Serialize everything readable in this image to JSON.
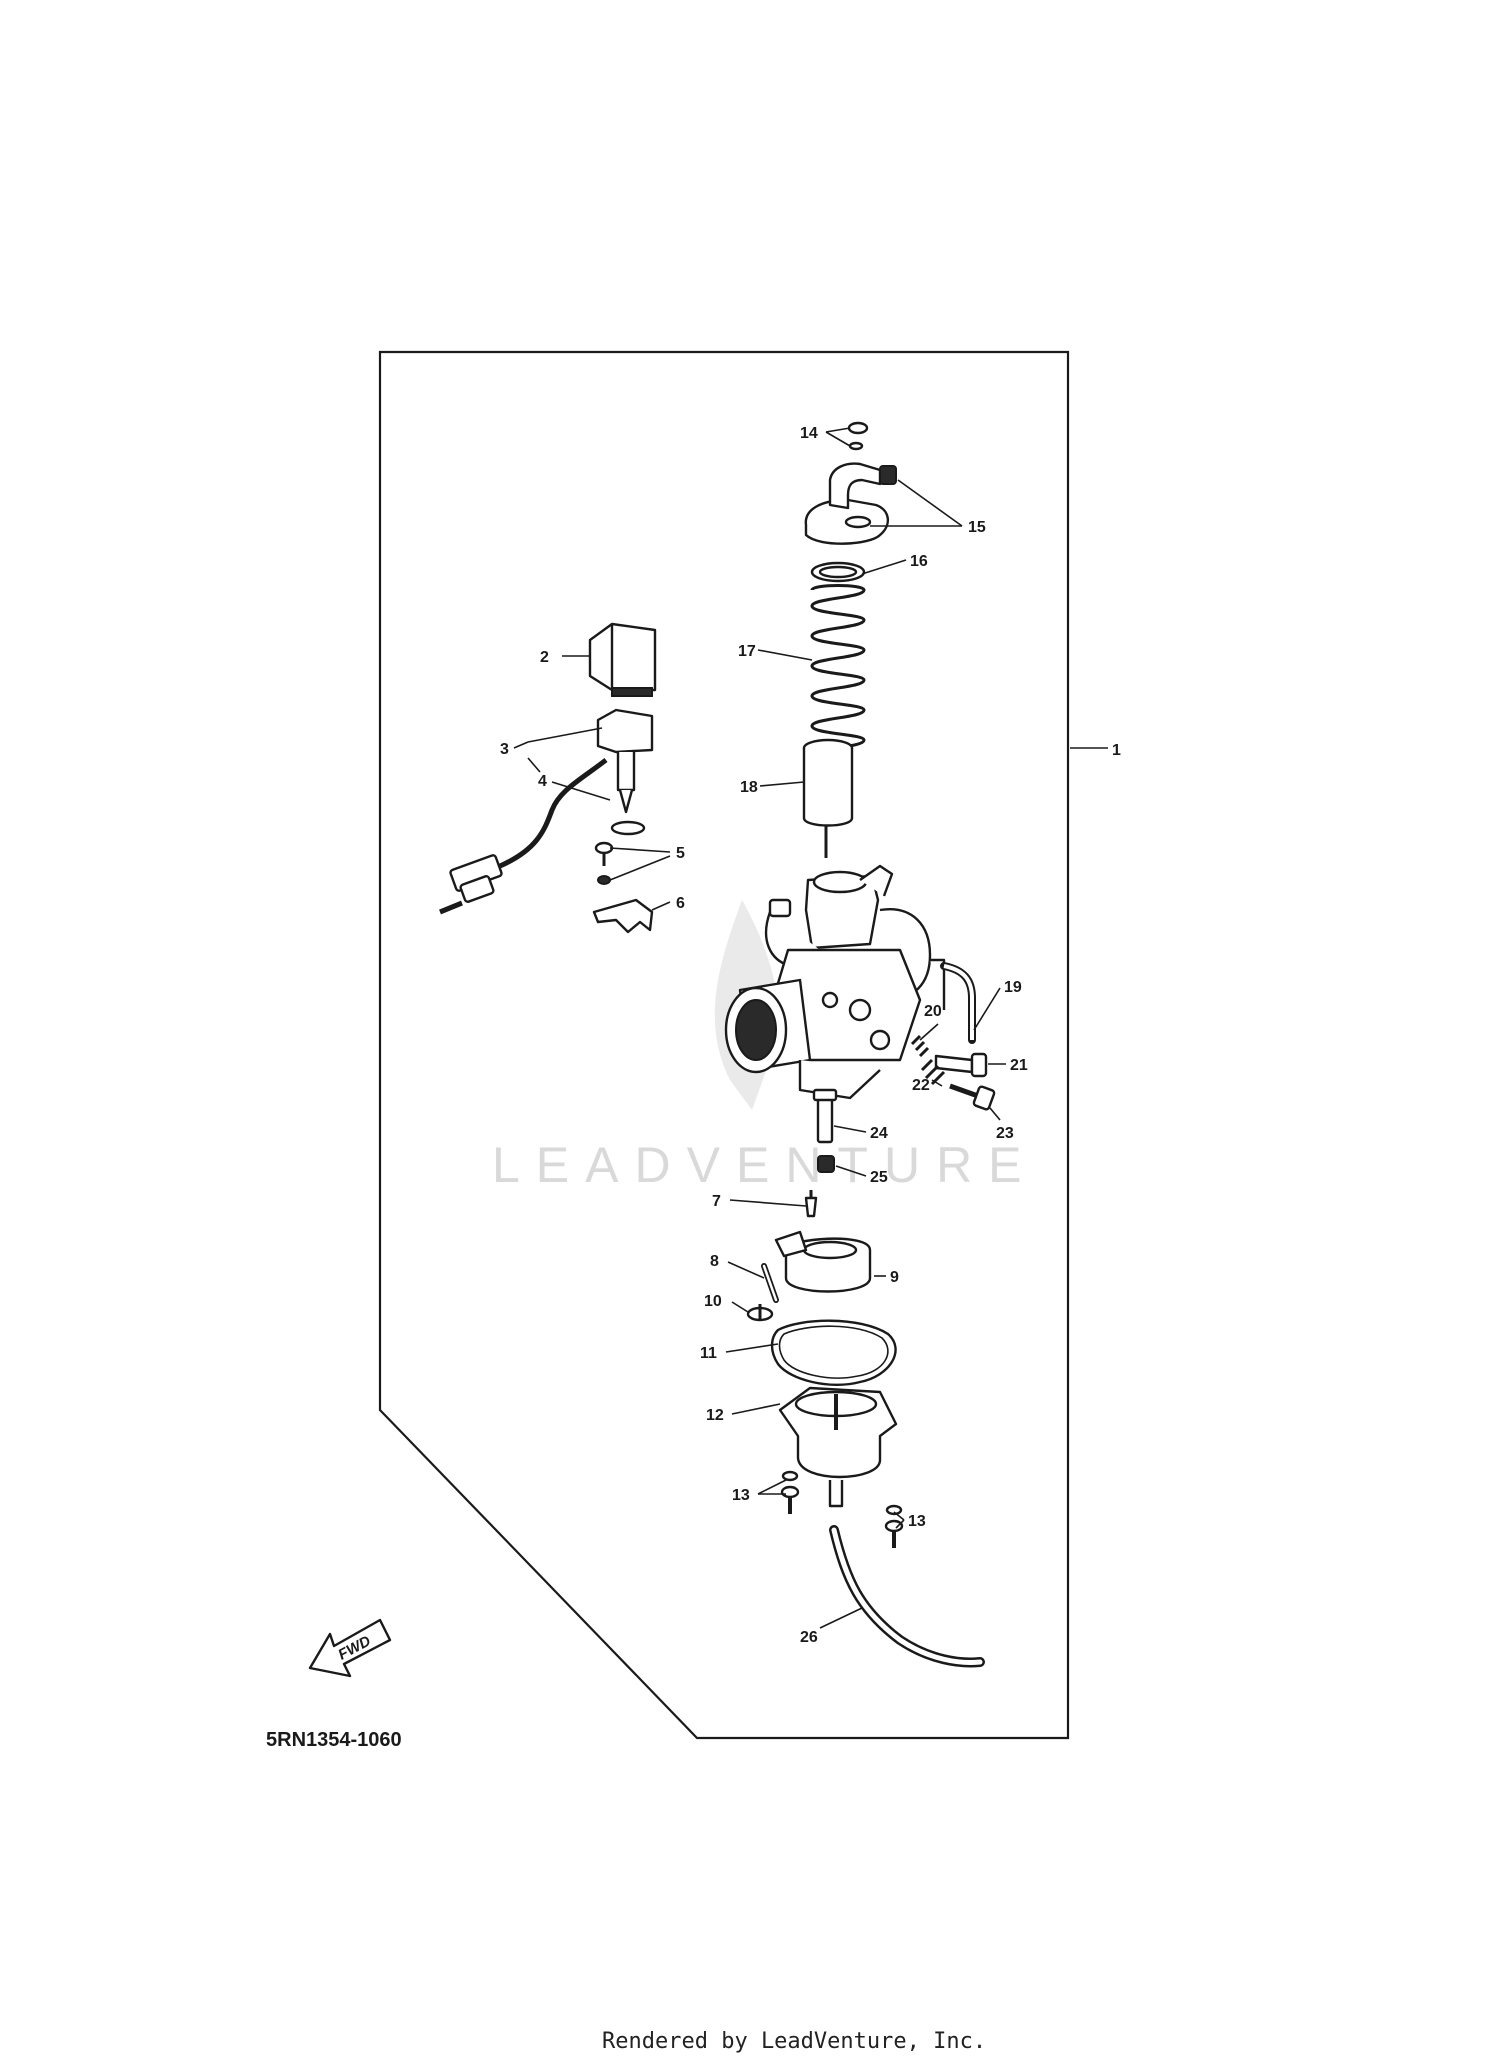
{
  "diagram": {
    "code": "5RN1354-1060",
    "fwd_label": "FWD",
    "watermark": "LEADVENTURE",
    "footer": "Rendered by LeadVenture, Inc.",
    "callouts": {
      "c1": "1",
      "c2": "2",
      "c3": "3",
      "c4": "4",
      "c5": "5",
      "c6": "6",
      "c7": "7",
      "c8": "8",
      "c9": "9",
      "c10": "10",
      "c11": "11",
      "c12": "12",
      "c13a": "13",
      "c13b": "13",
      "c14": "14",
      "c15": "15",
      "c16": "16",
      "c17": "17",
      "c18": "18",
      "c19": "19",
      "c20": "20",
      "c21": "21",
      "c22": "22",
      "c23": "23",
      "c24": "24",
      "c25": "25",
      "c26": "26"
    }
  }
}
